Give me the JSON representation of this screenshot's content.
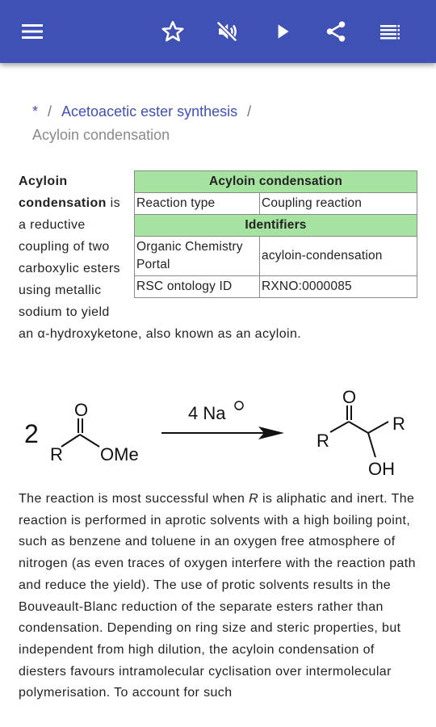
{
  "toolbar": {
    "menu_icon": "hamburger-menu-icon",
    "star_icon": "star-outline-icon",
    "mute_icon": "volume-off-icon",
    "play_icon": "play-icon",
    "share_icon": "share-icon",
    "list_icon": "list-icon",
    "color": "#3f51b5"
  },
  "breadcrumb": {
    "root": "*",
    "sep1": "/",
    "parent": "Acetoacetic ester synthesis",
    "sep2": "/",
    "current": "Acyloin condensation"
  },
  "infobox": {
    "title": "Acyloin condensation",
    "reaction_type_label": "Reaction type",
    "reaction_type_value": "Coupling reaction",
    "identifiers_heading": "Identifiers",
    "ocp_label": "Organic Chemistry Portal",
    "ocp_value": "acyloin-condensation",
    "rsc_label": "RSC ontology ID",
    "rsc_value": "RXNO:0000085",
    "header_color": "#a6e3a1"
  },
  "lead": {
    "bold": "Acyloin condensation",
    "text": " is a reductive coupling of two carboxylic esters using metallic sodium to yield an α-hydroxyketone, also known as an acyloin."
  },
  "reaction": {
    "coefficient": "2",
    "reactant_o": "O",
    "reactant_r": "R",
    "reactant_ome": "OMe",
    "reagent": "4 Na",
    "product_o": "O",
    "product_r1": "R",
    "product_r2": "R",
    "product_oh": "OH"
  },
  "body": {
    "t1": "The reaction is most successful when ",
    "r_italic": "R",
    "t2": " is aliphatic and inert. The reaction is performed in aprotic solvents with a high boiling point, such as benzene and toluene in an oxygen free atmosphere of nitrogen (as even traces of oxygen interfere with the reaction path and reduce the yield). The use of protic solvents results in the Bouveault-Blanc reduction of the separate esters rather than condensation. Depending on ring size and steric properties, but independent from high dilution, the acyloin condensation of diesters favours intramolecular cyclisation over intermolecular polymerisation. To account for such"
  }
}
